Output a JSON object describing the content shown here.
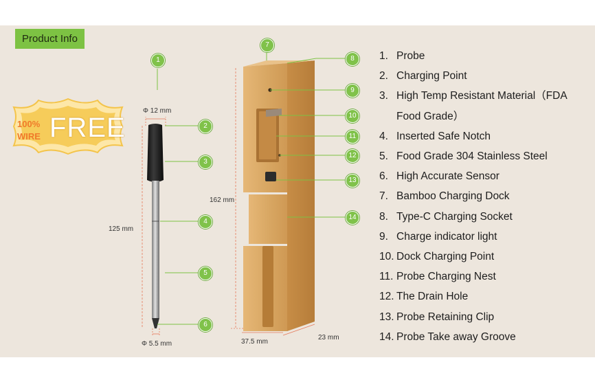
{
  "badge": {
    "label": "Product Info"
  },
  "free_stamp": {
    "percent": "100%",
    "wire": "WIRE",
    "free": "FREE"
  },
  "dimensions": {
    "probe_head_diameter": "Φ 12 mm",
    "probe_length": "125 mm",
    "probe_tip_diameter": "Φ 5.5 mm",
    "dock_height": "162 mm",
    "dock_width": "37.5 mm",
    "dock_depth": "23 mm"
  },
  "callouts": [
    "1",
    "2",
    "3",
    "4",
    "5",
    "6",
    "7",
    "8",
    "9",
    "10",
    "11",
    "12",
    "13",
    "14"
  ],
  "features": [
    {
      "num": "1.",
      "text": "Probe"
    },
    {
      "num": "2.",
      "text": "Charging Point"
    },
    {
      "num": "3.",
      "text": "High Temp Resistant Material（FDA Food Grade）"
    },
    {
      "num": "4.",
      "text": "Inserted Safe Notch"
    },
    {
      "num": "5.",
      "text": "Food Grade 304 Stainless Steel"
    },
    {
      "num": "6.",
      "text": "High Accurate Sensor"
    },
    {
      "num": "7.",
      "text": "Bamboo Charging Dock"
    },
    {
      "num": "8.",
      "text": "Type-C Charging Socket"
    },
    {
      "num": "9.",
      "text": "Charge indicator light"
    },
    {
      "num": "10.",
      "text": "Dock Charging Point"
    },
    {
      "num": "11.",
      "text": "Probe Charging Nest"
    },
    {
      "num": "12.",
      "text": "The Drain Hole"
    },
    {
      "num": "13.",
      "text": "Probe Retaining Clip"
    },
    {
      "num": "14.",
      "text": "Probe Take away Groove"
    }
  ],
  "colors": {
    "panel": "#ede6dd",
    "badge": "#7dc243",
    "callout": "#80c24a",
    "bamboo": "#d9a864",
    "free_gold": "#f4c44a",
    "free_orange": "#f07a2a"
  }
}
